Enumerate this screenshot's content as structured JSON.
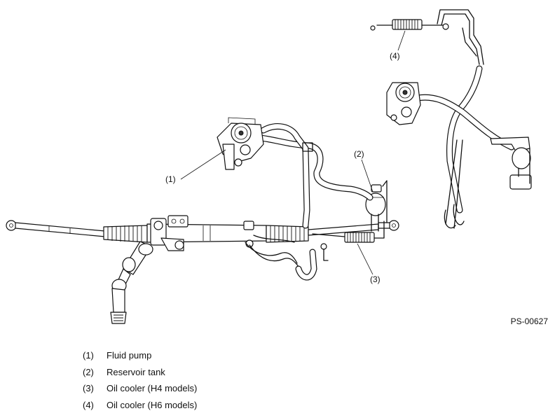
{
  "figure_code": "PS-00627",
  "callouts": {
    "c1": "(1)",
    "c2": "(2)",
    "c3": "(3)",
    "c4": "(4)"
  },
  "legend": [
    {
      "num": "(1)",
      "label": "Fluid pump"
    },
    {
      "num": "(2)",
      "label": "Reservoir tank"
    },
    {
      "num": "(3)",
      "label": "Oil cooler (H4 models)"
    },
    {
      "num": "(4)",
      "label": "Oil cooler (H6 models)"
    }
  ]
}
